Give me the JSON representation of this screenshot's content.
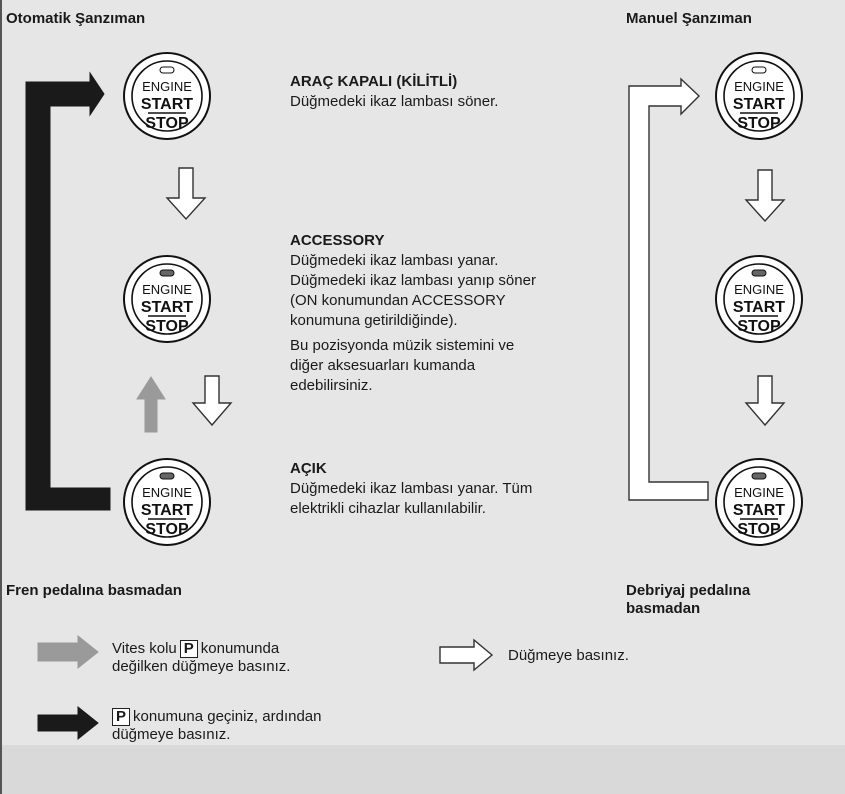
{
  "headings": {
    "left_top": "Otomatik Şanzıman",
    "right_top": "Manuel Şanzıman",
    "left_bottom": "Fren pedalına basmadan",
    "right_bottom": "Debriyaj pedalına basmadan"
  },
  "button_text": {
    "line1": "ENGINE",
    "line2": "START",
    "line3": "STOP"
  },
  "states": [
    {
      "title": "ARAÇ KAPALI (KİLİTLİ)",
      "lines": [
        "Düğmedeki ikaz lambası söner."
      ]
    },
    {
      "title": "ACCESSORY",
      "lines": [
        "Düğmedeki ikaz lambası yanar.",
        "Düğmedeki ikaz lambası yanıp söner",
        "(ON konumundan ACCESSORY",
        "konumuna getirildiğinde)."
      ],
      "extra_lines": [
        "Bu pozisyonda müzik sistemini ve",
        "diğer aksesuarları kumanda",
        "edebilirsiniz."
      ]
    },
    {
      "title": "AÇIK",
      "lines": [
        "Düğmedeki ikaz lambası yanar. Tüm",
        "elektrikli cihazlar kullanılabilir."
      ]
    }
  ],
  "legend": {
    "gray": {
      "before": "Vites kolu",
      "box": "P",
      "after": "konumunda",
      "line2": "değilken düğmeye basınız."
    },
    "black": {
      "box": "P",
      "after": "konumuna geçiniz, ardından",
      "line2": "düğmeye basınız."
    },
    "white": {
      "text": "Düğmeye basınız."
    }
  },
  "colors": {
    "panel": "#e6e6e6",
    "black_arrow": "#1a1a1a",
    "gray_arrow": "#9a9a9a",
    "white_arrow": "#ffffff"
  }
}
